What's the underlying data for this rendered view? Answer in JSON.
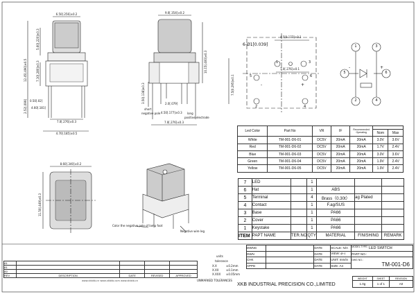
{
  "front_view": {
    "dims": [
      "6.50[.256]±0.2",
      "5.60[.220]±0.3",
      "12.45[.490]±0.5",
      "7.10[.280]±0.3",
      "2.52[.099]",
      "0.50[.02]",
      "4.60[.181]",
      "7.0[.276]±0.3",
      "4.70[.185]±0.5"
    ]
  },
  "side_view": {
    "dims": [
      "9.0[.354]±0.2",
      "10.15[.400]±0.3",
      "3.50[.138]±0.3",
      "2.0[.079]",
      "4.50[.177]±0.3",
      "7.0[.276]±0.3"
    ],
    "notes": [
      "short",
      "negative pole",
      "long",
      "positive electrode"
    ]
  },
  "pin_view": {
    "hole_spec": "6-Ø1[0.039]",
    "dims": [
      "4.5[0.177]±0.1",
      "7.0[.276]±0.1",
      "7.5[0.295]±0.1"
    ],
    "pins": [
      "1",
      "2",
      "3",
      "4",
      "5",
      "6"
    ],
    "signs": [
      "-",
      "+"
    ]
  },
  "circuit": {
    "pins": [
      "1",
      "2",
      "3",
      "4",
      "5",
      "6"
    ],
    "signs": [
      "-",
      "+"
    ]
  },
  "led_table": {
    "headers": [
      "Led Color",
      "Part No",
      "VR",
      "IF",
      "Recommended Operating",
      "Nom",
      "Max"
    ],
    "rows": [
      [
        "White",
        "TM-001-D6-01",
        "DC5V",
        "20mA",
        "20mA",
        "3.0V",
        "3.6V"
      ],
      [
        "Red",
        "TM-001-D6-02",
        "DC5V",
        "20mA",
        "20mA",
        "1.7V",
        "2.4V"
      ],
      [
        "Blue",
        "TM-001-D6-03",
        "DC5V",
        "20mA",
        "20mA",
        "3.0V",
        "3.6V"
      ],
      [
        "Green",
        "TM-001-D6-04",
        "DC5V",
        "20mA",
        "20mA",
        "1.9V",
        "2.4V"
      ],
      [
        "Yellow",
        "TM-001-D6-05",
        "DC5V",
        "20mA",
        "20mA",
        "1.9V",
        "2.4V"
      ]
    ]
  },
  "bottom_view": {
    "dims": [
      "8.60[.340]±0.2",
      "11.50[.449]±0.3"
    ]
  },
  "iso_view": {
    "labels": [
      "Color the negative pole of lamp foot",
      "Negative wire leg"
    ]
  },
  "bom": {
    "rows": [
      {
        "item": "7",
        "name": "LED",
        "qty": "1",
        "material": "",
        "finishing": "",
        "remark": ""
      },
      {
        "item": "6",
        "name": "Hat",
        "qty": "1",
        "material": "ABS",
        "finishing": "",
        "remark": ""
      },
      {
        "item": "5",
        "name": "Terminal",
        "qty": "4",
        "material": "Brass（0.30t）",
        "finishing": "ag Plated",
        "remark": ""
      },
      {
        "item": "4",
        "name": "Contact",
        "qty": "1",
        "material": "F.ag/SUS",
        "finishing": "",
        "remark": ""
      },
      {
        "item": "3",
        "name": "Base",
        "qty": "1",
        "material": "PA66",
        "finishing": "",
        "remark": ""
      },
      {
        "item": "2",
        "name": "Cover",
        "qty": "1",
        "material": "PA66",
        "finishing": "",
        "remark": ""
      },
      {
        "item": "1",
        "name": "Keystake",
        "qty": "1",
        "material": "PA66",
        "finishing": "",
        "remark": ""
      }
    ],
    "headers": [
      "ITEM",
      "PAPT NAME",
      "TER.NO",
      "QTY",
      "MATERIAL",
      "FINISHING",
      "REMARK"
    ]
  },
  "title_block": {
    "dwng": "DWNG",
    "dwn": "DWN",
    "chk": "CHK",
    "appd": "APPD",
    "date": "DATE",
    "scale": "SCALE: N/A",
    "model_type_label": "MODEL TYPE:",
    "model_type": "LED SWITCH",
    "view": "VIEW:",
    "part_no_label": "PART NO.:",
    "unit": "UNIT: mm/in",
    "size": "SIZE: A4",
    "dwg_no_label": "DWG NO.:",
    "dwg_no": "TM-001-D6",
    "company": "XKB INDUSTRIAL PRECISION CO.,LIMITED",
    "weight_label": "WEIGHT",
    "weight": "1.0g",
    "sheet_label": "SHEET",
    "sheet": "1 of 1",
    "revision_label": "REVISION",
    "revision": "A0",
    "units_label": "units",
    "tolerance_label": "tolerance",
    "tol_rows": [
      [
        "X.X",
        "±0.2mm"
      ],
      [
        "X.XX",
        "±0.1mm"
      ],
      [
        "X.XXX",
        "±0.05mm"
      ]
    ],
    "tol_note": "UNMARKED TOLERANCES"
  },
  "revision_block": {
    "rows": [
      [
        "A1",
        ""
      ],
      [
        "A1",
        ""
      ],
      [
        "A0",
        ""
      ]
    ],
    "headers": [
      "REV",
      "DESCRIPTION",
      "DATE",
      "REVISED",
      "APPROVED"
    ],
    "websites": "www.xkbkb.cn  www.xkbkb.com  www.xkbkb.cn"
  }
}
